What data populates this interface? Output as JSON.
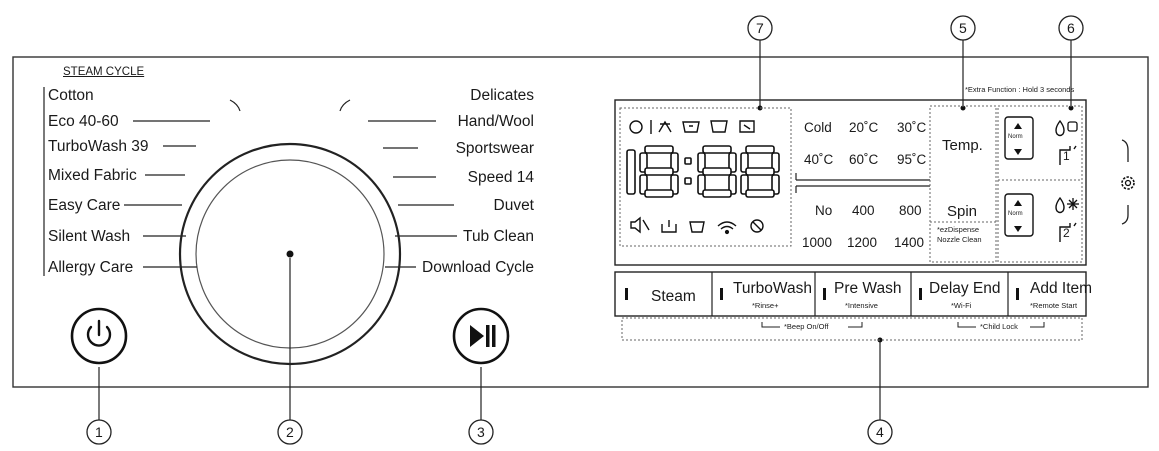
{
  "steam_cycle_label": "STEAM CYCLE",
  "programs_left": [
    "Cotton",
    "Eco 40-60",
    "TurboWash 39",
    "Mixed Fabric",
    "Easy Care",
    "Silent Wash",
    "Allergy Care"
  ],
  "programs_right": [
    "Delicates",
    "Hand/Wool",
    "Sportswear",
    "Speed 14",
    "Duvet",
    "Tub Clean",
    "Download Cycle"
  ],
  "display_digits": "18:88",
  "temp_options": [
    "Cold",
    "20˚C",
    "30˚C",
    "40˚C",
    "60˚C",
    "95˚C"
  ],
  "spin_options": [
    "No",
    "400",
    "800",
    "1000",
    "1200",
    "1400"
  ],
  "temp_button": "Temp.",
  "spin_button": "Spin",
  "spin_sub": [
    "*ezDispense",
    "Nozzle Clean"
  ],
  "extra_function_note": "*Extra Function : Hold 3 seconds",
  "dispenser_norm_label": "Norm",
  "dispenser_numbers": [
    "1",
    "2"
  ],
  "buttons": [
    {
      "label": "Steam",
      "sub": ""
    },
    {
      "label": "TurboWash",
      "sub": "*Rinse+"
    },
    {
      "label": "Pre Wash",
      "sub": "*Intensive"
    },
    {
      "label": "Delay End",
      "sub": "*Wi-Fi"
    },
    {
      "label": "Add Item",
      "sub": "*Remote Start"
    }
  ],
  "beep_label": "*Beep On/Off",
  "child_lock_label": "*Child Lock",
  "callouts": [
    "1",
    "2",
    "3",
    "4",
    "5",
    "6",
    "7"
  ],
  "icons": [
    "power-icon",
    "play-pause-icon",
    "gear-icon",
    "drop-icon",
    "snowflake-icon",
    "wifi-icon",
    "mute-icon"
  ]
}
